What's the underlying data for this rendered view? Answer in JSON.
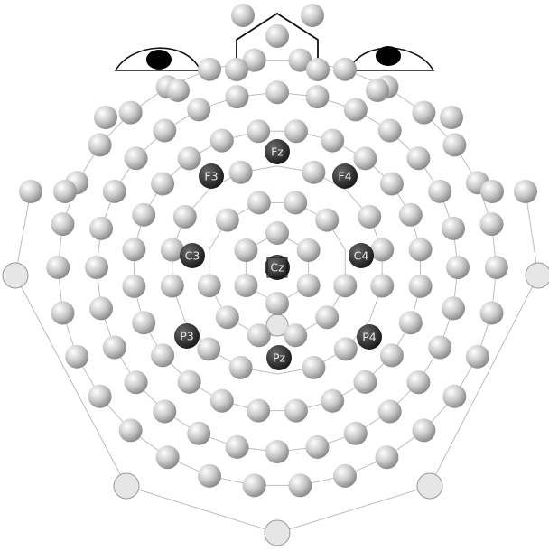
{
  "net": {
    "colors": {
      "sphere_light": "#ffffff",
      "sphere_mid": "#c9c9c9",
      "sphere_dark": "#8a8a8a",
      "labeled_light": "#6a6a6a",
      "labeled_dark": "#1a1a1a",
      "line": "#b5b5b5",
      "outline": "#111111"
    },
    "labels": {
      "fz": "Fz",
      "f3": "F3",
      "f4": "F4",
      "c3": "C3",
      "cz": "Cz",
      "c4": "C4",
      "p3": "P3",
      "pz": "Pz",
      "p4": "P4"
    }
  }
}
